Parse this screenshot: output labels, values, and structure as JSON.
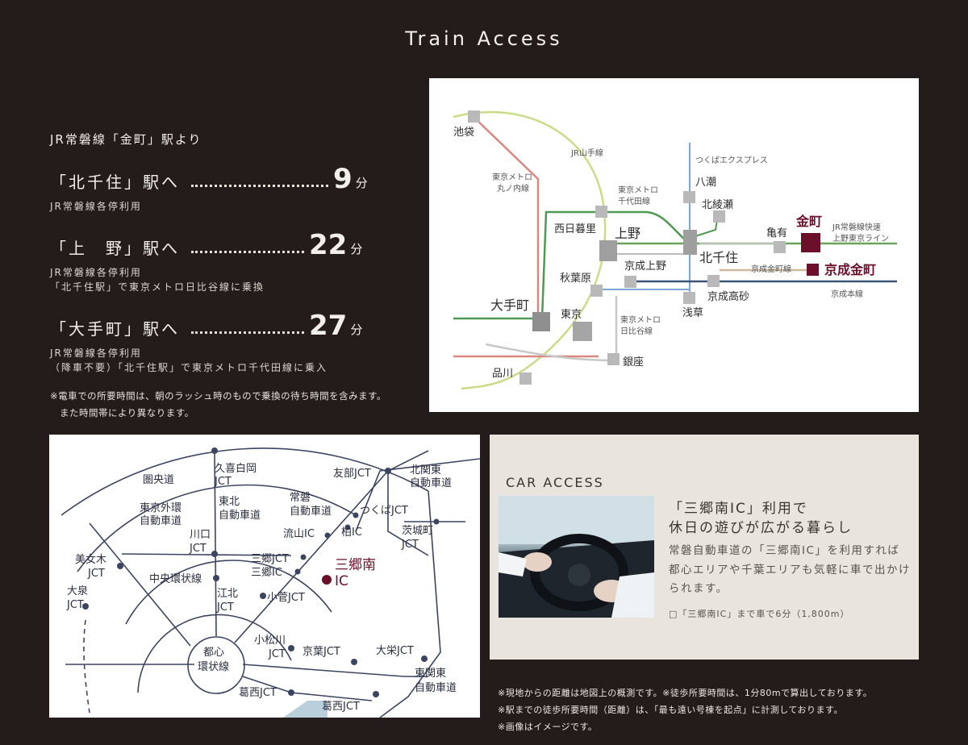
{
  "title": "Train Access",
  "train": {
    "lead": "JR常磐線「金町」駅より",
    "destinations": [
      {
        "name": "「北千住」駅へ",
        "minutes": "9",
        "unit": "分",
        "note_lines": [
          "JR常磐線各停利用"
        ]
      },
      {
        "name": "「上　野」駅へ",
        "minutes": "22",
        "unit": "分",
        "note_lines": [
          "JR常磐線各停利用",
          "「北千住駅」で東京メトロ日比谷線に乗換"
        ]
      },
      {
        "name": "「大手町」駅へ",
        "minutes": "27",
        "unit": "分",
        "note_lines": [
          "JR常磐線各停利用",
          "（降車不要）「北千住駅」で東京メトロ千代田線に乗入"
        ]
      }
    ],
    "footnote_lines": [
      "※電車での所要時間は、朝のラッシュ時のもので乗換の待ち時間を含みます。",
      "　また時間帯により異なります。"
    ]
  },
  "train_map": {
    "stations": {
      "ikebukuro": "池袋",
      "nishinippori": "西日暮里",
      "ueno": "上野",
      "kitasenju": "北千住",
      "yashio": "八潮",
      "kitaayase": "北綾瀬",
      "kameari": "亀有",
      "kanamachi": "金町",
      "keisei_kanamachi": "京成金町",
      "keisei_ueno": "京成上野",
      "keisei_takasago": "京成高砂",
      "akihabara": "秋葉原",
      "asakusa": "浅草",
      "otemachi": "大手町",
      "tokyo": "東京",
      "ginza": "銀座",
      "shinagawa": "品川"
    },
    "lines": {
      "yamanote": "JR山手線",
      "marunouchi_1": "東京メトロ",
      "marunouchi_2": "丸ノ内線",
      "chiyoda_1": "東京メトロ",
      "chiyoda_2": "千代田線",
      "tsukuba": "つくばエクスプレス",
      "joban_1": "JR常磐線快速",
      "joban_2": "上野東京ライン",
      "keisei_kanamachi_line": "京成金町線",
      "keisei_main": "京成本線",
      "hibiya_1": "東京メトロ",
      "hibiya_2": "日比谷線"
    }
  },
  "road_map": {
    "labels": {
      "kenodo": "圏央道",
      "kuki_1": "久喜白岡",
      "kuki_2": "JCT",
      "tomobe": "友部JCT",
      "kitakanto_1": "北関東",
      "kitakanto_2": "自動車道",
      "gaikan_1": "東京外環",
      "gaikan_2": "自動車道",
      "tohoku_1": "東北",
      "tohoku_2": "自動車道",
      "joban_1": "常磐",
      "joban_2": "自動車道",
      "tsukuba_jct": "つくばJCT",
      "kawaguchi_1": "川口",
      "kawaguchi_2": "JCT",
      "nagareyama": "流山IC",
      "kashiwa": "柏IC",
      "ibaraki_1": "茨城町",
      "ibaraki_2": "JCT",
      "bijogi_1": "美女木",
      "bijogi_2": "JCT",
      "ooizumi_1": "大泉",
      "ooizumi_2": "JCT",
      "chuo_kanjo": "中央環状線",
      "misato_jct": "三郷JCT",
      "misato_ic": "三郷IC",
      "misato_minami_1": "三郷南",
      "misato_minami_2": "IC",
      "kohoku_1": "江北",
      "kohoku_2": "JCT",
      "kosuge": "小菅JCT",
      "toshin_1": "都心",
      "toshin_2": "環状線",
      "komatsugawa_1": "小松川",
      "komatsugawa_2": "JCT",
      "keiyo": "京葉JCT",
      "oosakae": "大栄JCT",
      "higashikanto_1": "東関東",
      "higashikanto_2": "自動車道",
      "kasai_1": "葛西JCT",
      "kasai_2": "葛西JCT"
    }
  },
  "car": {
    "title": "CAR ACCESS",
    "photo_caption": "image",
    "head_lines": [
      "「三郷南IC」利用で",
      "休日の遊びが広がる暮らし"
    ],
    "body": "常磐自動車道の「三郷南IC」を利用すれば都心エリアや千葉エリアも気軽に車で出かけられます。",
    "note": "□「三郷南IC」まで車で6分（1,800m）"
  },
  "bottom_notes": [
    "※現地からの距離は地図上の概測です。※徒歩所要時間は、1分80mで算出しております。",
    "※駅までの徒歩所要時間（距離）は、「最も遠い号棟を起点」に計測しております。",
    "※画像はイメージです。"
  ],
  "colors": {
    "background": "#231c1b",
    "accent": "#6b0f2a",
    "panel": "#e9e5de",
    "map_line": "#3c4560"
  }
}
